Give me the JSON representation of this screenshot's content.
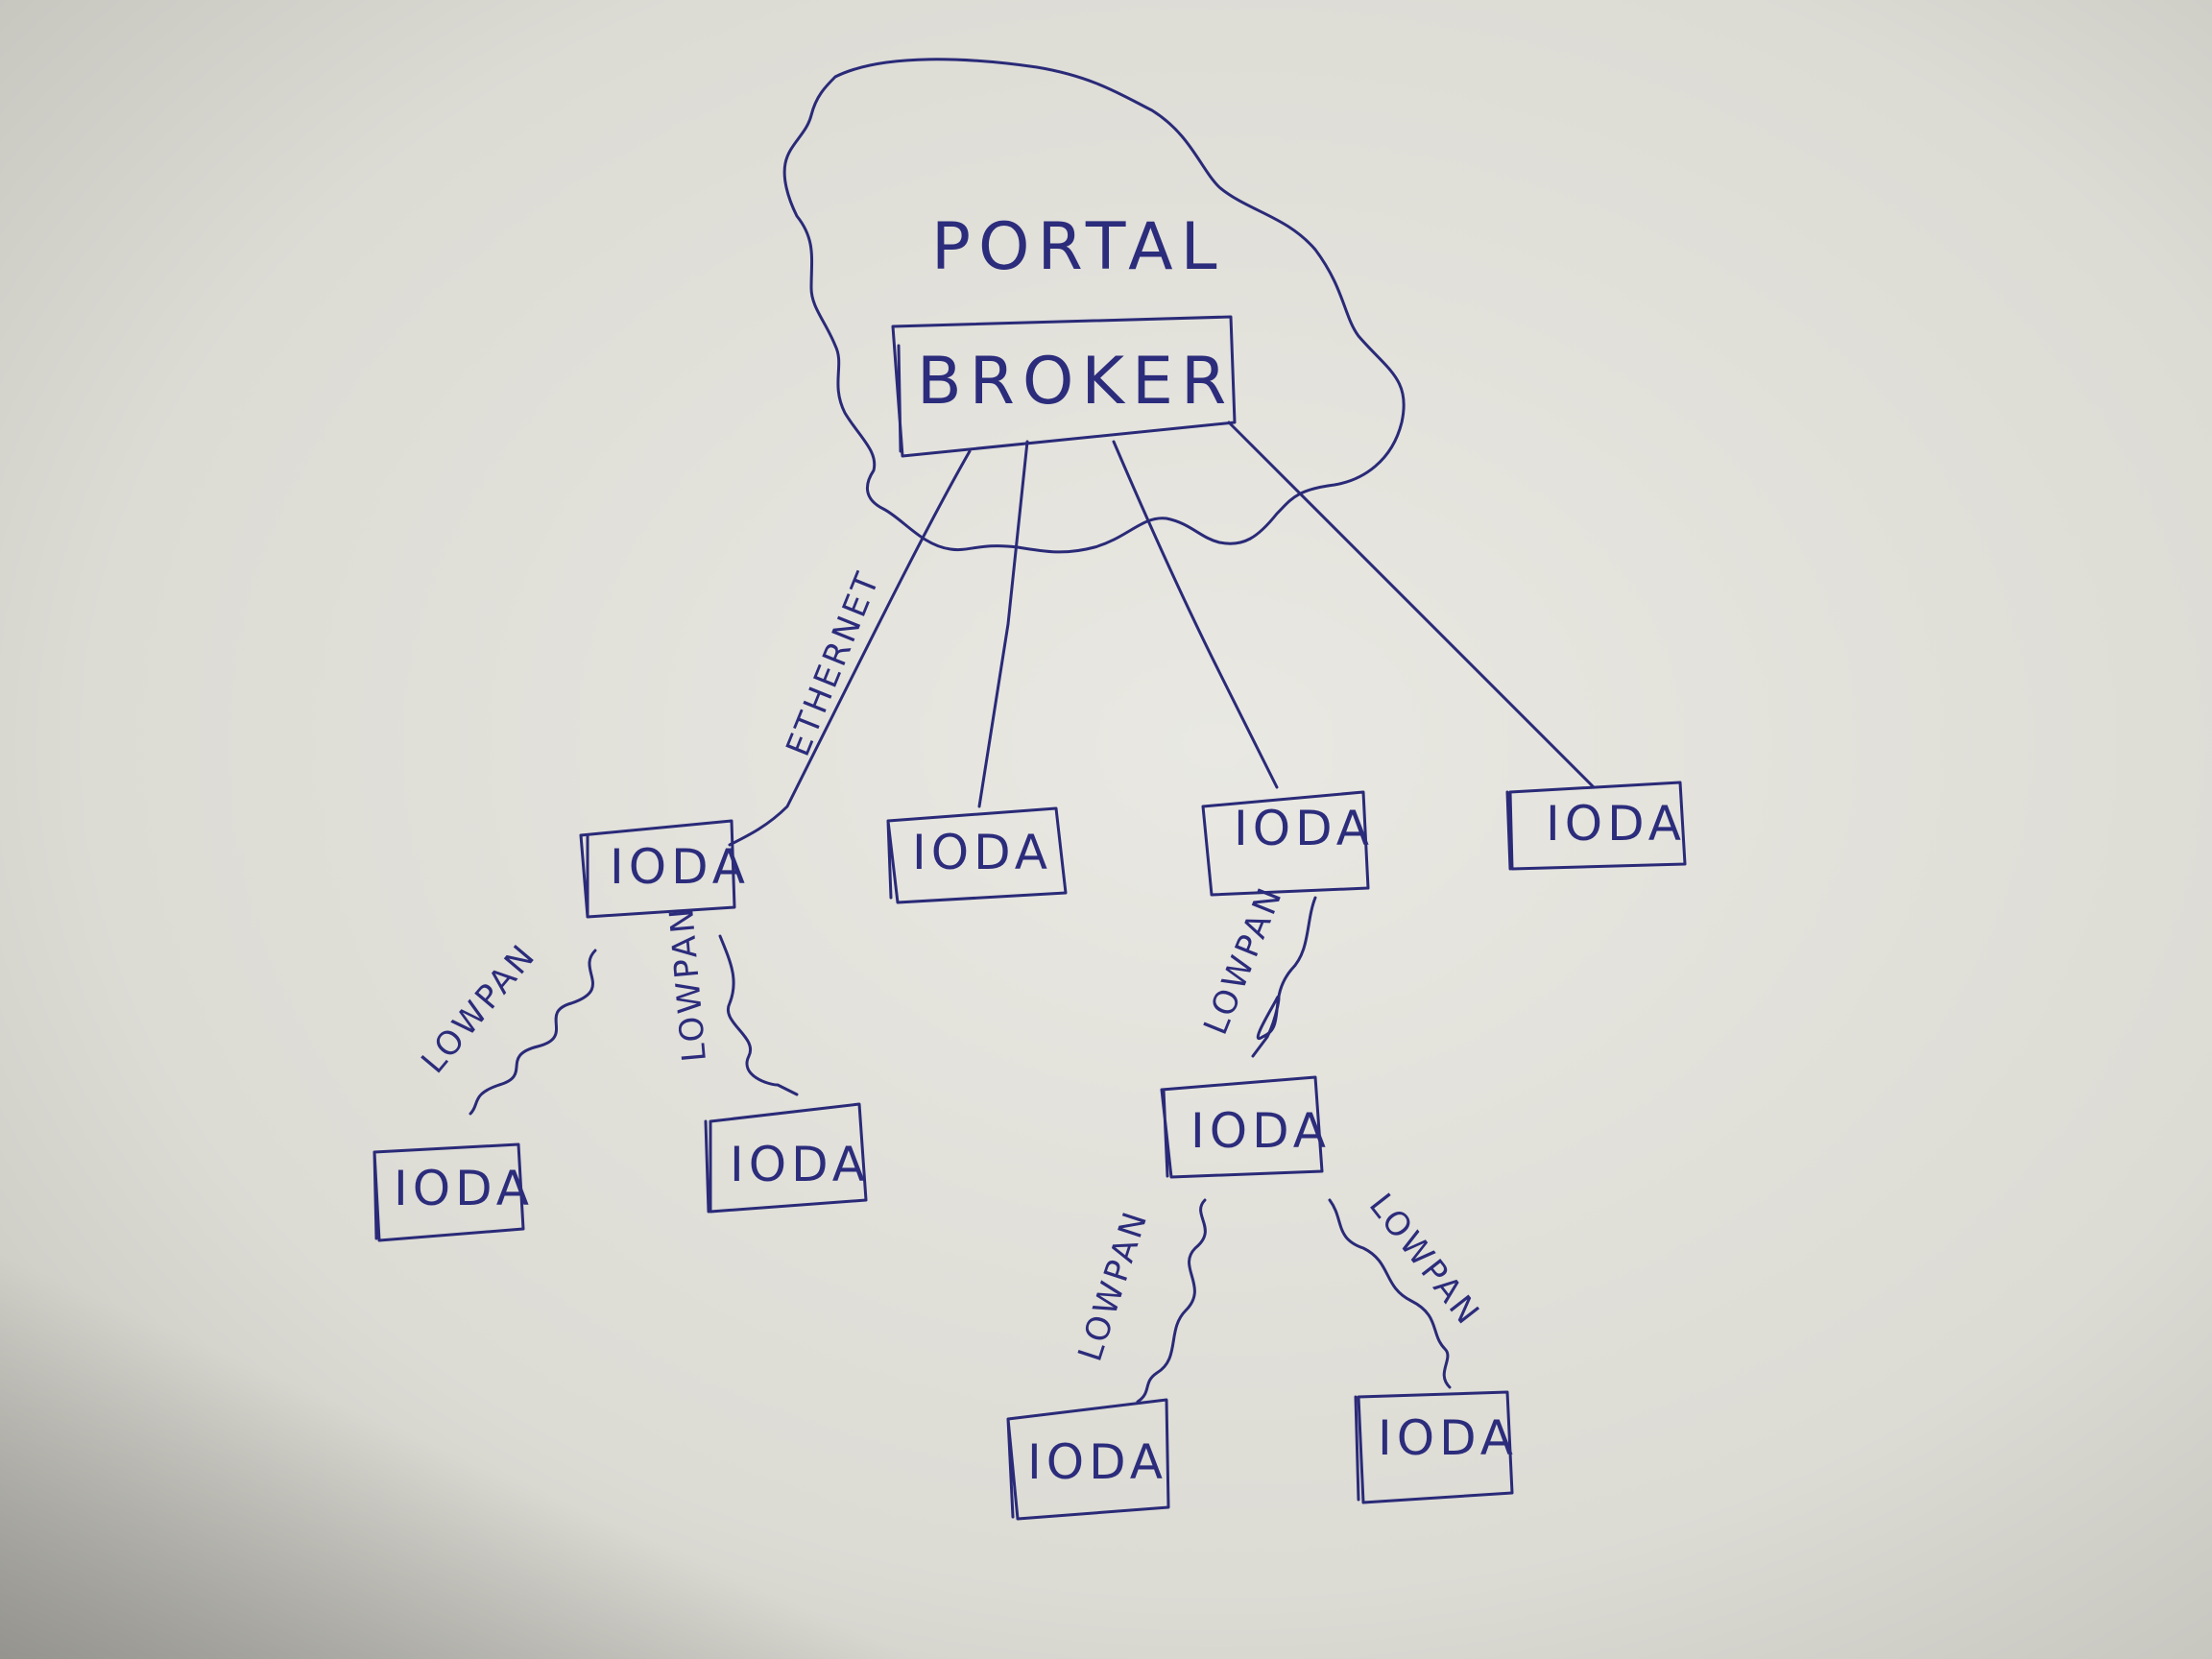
{
  "cloud": {
    "label": "PORTAL"
  },
  "broker": {
    "label": "BROKER"
  },
  "nodes": [
    {
      "id": "n1",
      "label": "IODA"
    },
    {
      "id": "n2",
      "label": "IODA"
    },
    {
      "id": "n3",
      "label": "IODA"
    },
    {
      "id": "n4",
      "label": "IODA"
    },
    {
      "id": "n5",
      "label": "IODA"
    },
    {
      "id": "n6",
      "label": "IODA"
    },
    {
      "id": "n7",
      "label": "IODA"
    },
    {
      "id": "n8",
      "label": "IODA"
    },
    {
      "id": "n9",
      "label": "IODA"
    }
  ],
  "links": [
    {
      "from": "broker",
      "to": "n1",
      "label": "ETHERNET"
    },
    {
      "from": "broker",
      "to": "n2",
      "label": ""
    },
    {
      "from": "broker",
      "to": "n3",
      "label": ""
    },
    {
      "from": "broker",
      "to": "n4",
      "label": ""
    },
    {
      "from": "n1",
      "to": "n5",
      "label": "LOWPAN"
    },
    {
      "from": "n1",
      "to": "n6",
      "label": "LOWPAN"
    },
    {
      "from": "n3",
      "to": "n7",
      "label": "LOWPAN"
    },
    {
      "from": "n7",
      "to": "n8",
      "label": "LOWPAN"
    },
    {
      "from": "n7",
      "to": "n9",
      "label": "LOWPAN"
    }
  ],
  "colors": {
    "ink": "#2a2a78",
    "paper": "#d9d8d1"
  }
}
